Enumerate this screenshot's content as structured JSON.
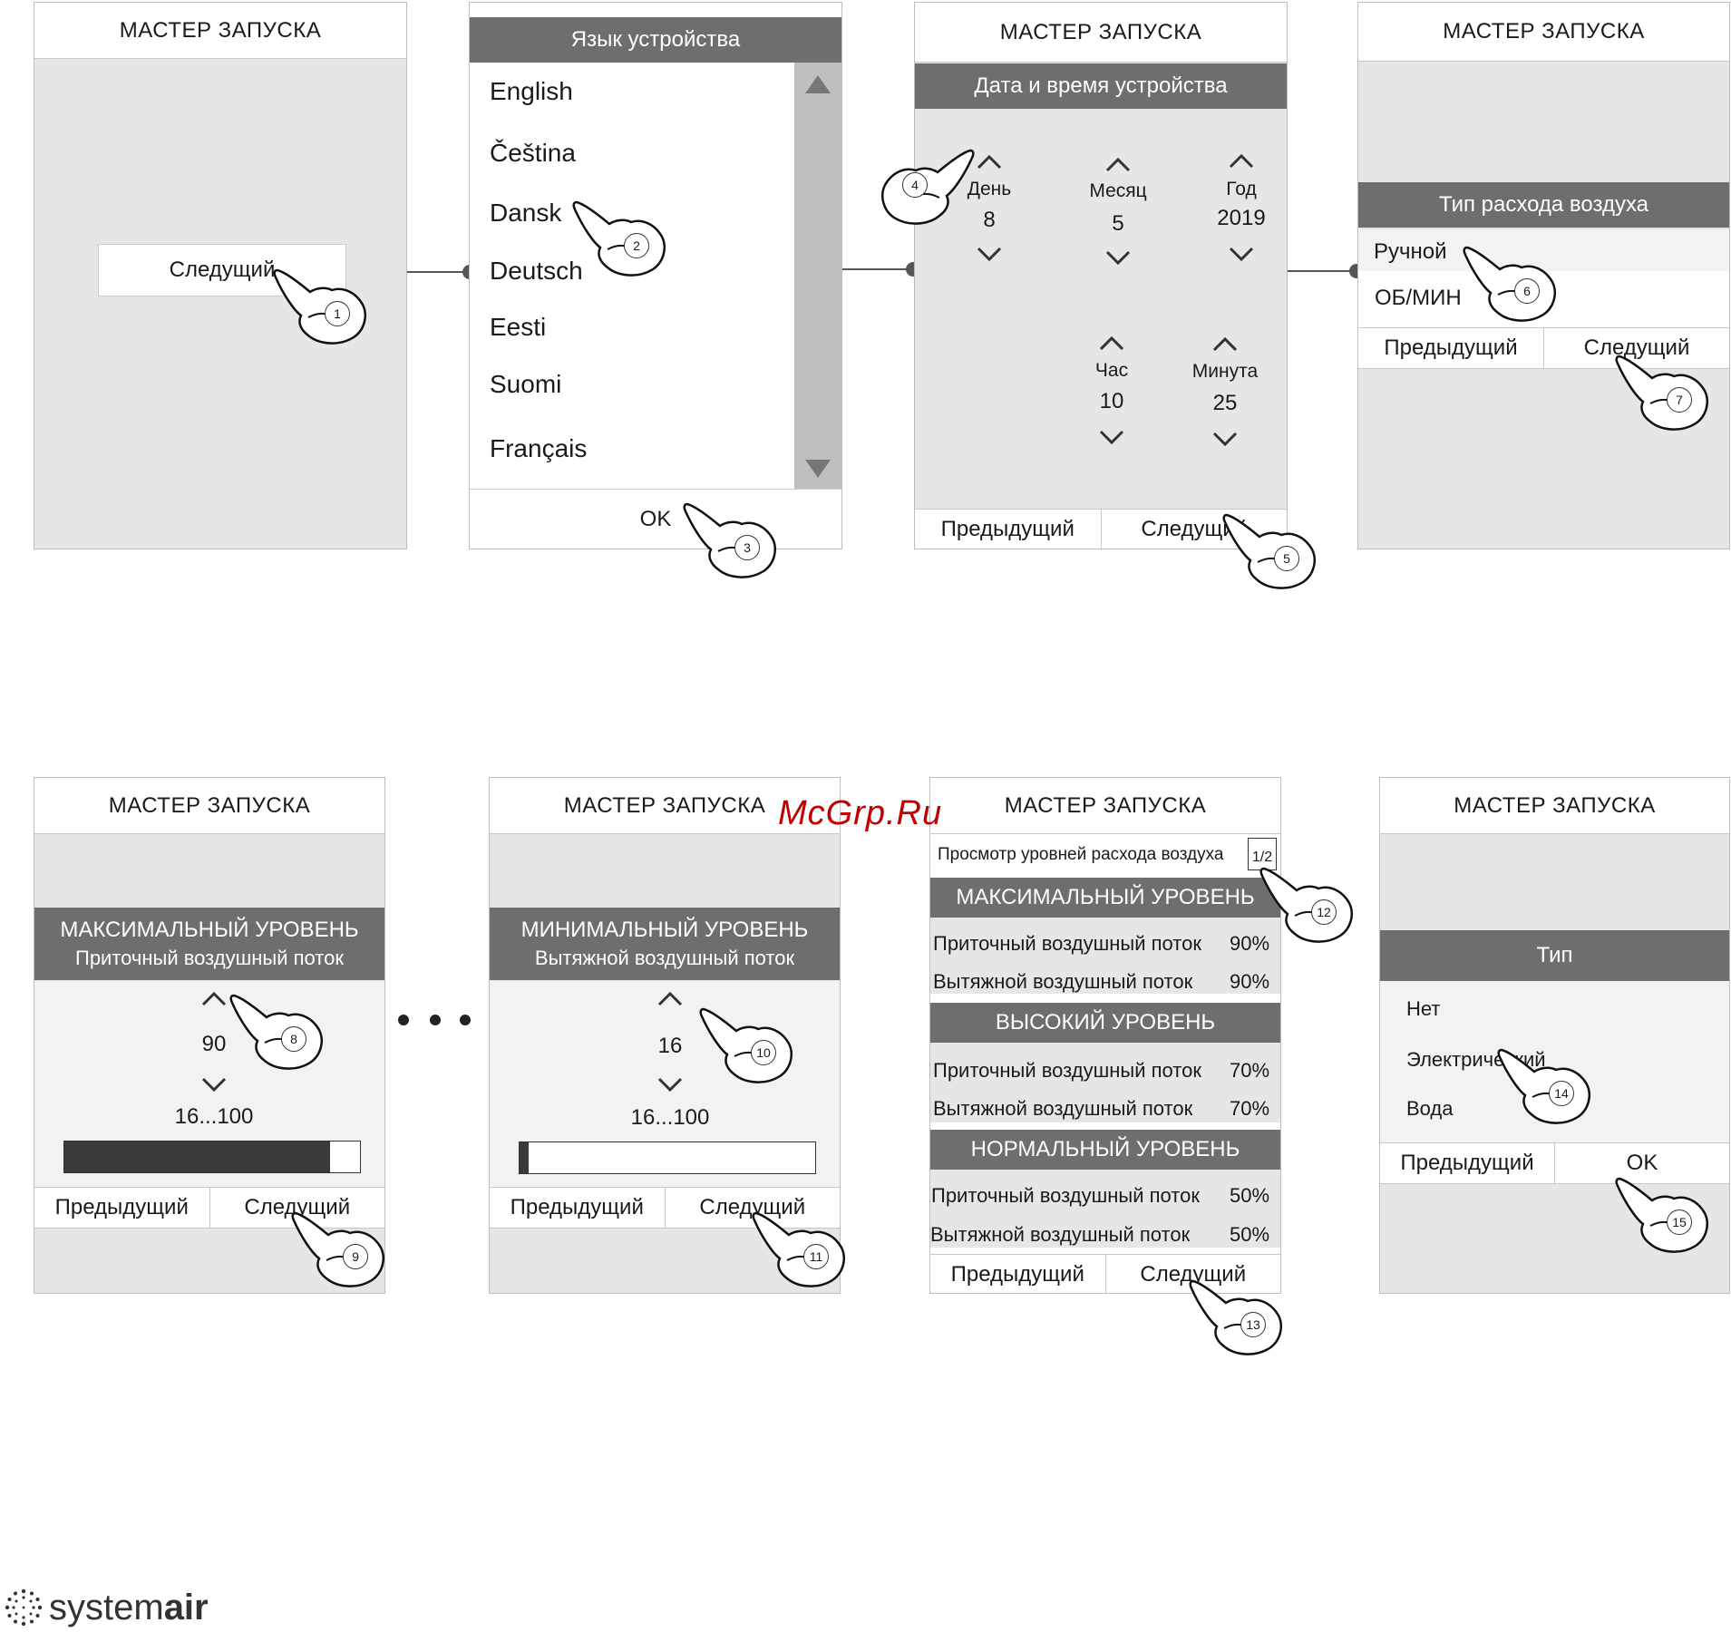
{
  "wizard_title": "МАСТЕР ЗАПУСКА",
  "common": {
    "prev": "Предыдущий",
    "next": "Следущий",
    "ok": "OK"
  },
  "screen1": {
    "next_button": "Следущий",
    "step": "1"
  },
  "screen2": {
    "header": "Язык устройства",
    "languages": [
      "English",
      "Čeština",
      "Dansk",
      "Deutsch",
      "Eesti",
      "Suomi",
      "Français"
    ],
    "ok": "OK",
    "steps": [
      "2",
      "3"
    ]
  },
  "screen3": {
    "header": "Дата и время устройства",
    "day_label": "День",
    "day_value": "8",
    "month_label": "Месяц",
    "month_value": "5",
    "year_label": "Год",
    "year_value": "2019",
    "hour_label": "Час",
    "hour_value": "10",
    "minute_label": "Минута",
    "minute_value": "25",
    "steps": [
      "4",
      "5"
    ]
  },
  "screen4": {
    "header": "Тип расхода воздуха",
    "options": [
      "Ручной",
      "ОБ/МИН"
    ],
    "steps": [
      "6",
      "7"
    ]
  },
  "screen5": {
    "header_line1": "МАКСИМАЛЬНЫЙ УРОВЕНЬ",
    "header_line2": "Приточный воздушный поток",
    "value": "90",
    "range": "16...100",
    "fill": 0.9,
    "steps": [
      "8",
      "9"
    ]
  },
  "screen6": {
    "header_line1": "МИНИМАЛЬНЫЙ УРОВЕНЬ",
    "header_line2": "Вытяжной воздушный поток",
    "value": "16",
    "range": "16...100",
    "fill": 0.03,
    "steps": [
      "10",
      "11"
    ]
  },
  "screen7": {
    "subtitle": "Просмотр уровней расхода воздуха",
    "page": "1/2",
    "levels": [
      {
        "name": "МАКСИМАЛЬНЫЙ УРОВЕНЬ",
        "supply_label": "Приточный воздушный поток",
        "supply": "90%",
        "extract_label": "Вытяжной воздушный поток",
        "extract": "90%"
      },
      {
        "name": "ВЫСОКИЙ УРОВЕНЬ",
        "supply_label": "Приточный воздушный поток",
        "supply": "70%",
        "extract_label": "Вытяжной воздушный поток",
        "extract": "70%"
      },
      {
        "name": "НОРМАЛЬНЫЙ УРОВЕНЬ",
        "supply_label": "Приточный воздушный поток",
        "supply": "50%",
        "extract_label": "Вытяжной воздушный поток",
        "extract": "50%"
      }
    ],
    "steps": [
      "12",
      "13"
    ]
  },
  "screen8": {
    "header": "Тип",
    "options": [
      "Нет",
      "Электрический",
      "Вода"
    ],
    "steps": [
      "14",
      "15"
    ]
  },
  "watermark": "McGrp.Ru",
  "brand": {
    "light": "system",
    "bold": "air"
  },
  "colors": {
    "dark_bar": "#6e6e6e",
    "screen_bg": "#e6e6e6",
    "watermark": "#c00000"
  }
}
